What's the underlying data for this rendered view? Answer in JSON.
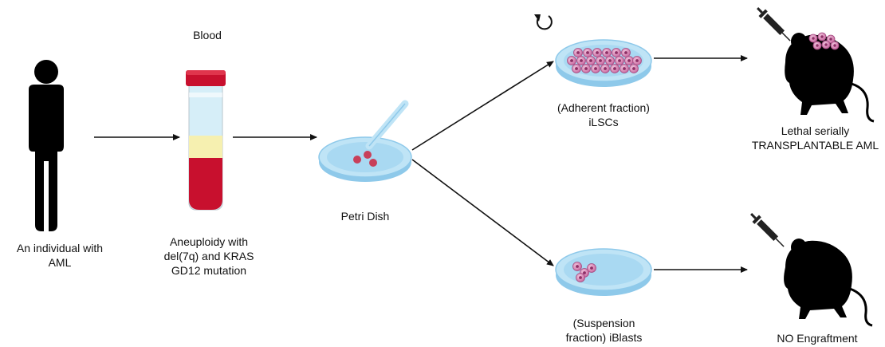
{
  "labels": {
    "blood": "Blood",
    "individual": [
      "An individual with",
      "AML"
    ],
    "tube": [
      "Aneuploidy with",
      "del(7q) and KRAS",
      "GD12 mutation"
    ],
    "petri": "Petri Dish",
    "adherent": [
      "(Adherent fraction)",
      "iLSCs"
    ],
    "lethal": [
      "Lethal serially",
      "TRANSPLANTABLE AML"
    ],
    "suspension": [
      "(Suspension",
      "fraction) iBlasts"
    ],
    "no_engraftment": "NO Engraftment"
  },
  "icons": [
    "person-icon",
    "blood-tube-icon",
    "petri-dish-icon",
    "cell-culture-dish-icon",
    "refresh-icon",
    "syringe-icon",
    "mouse-icon"
  ],
  "colors": {
    "ink": "#111111",
    "tube_cap": "#c8102e",
    "blood": "#c8102e",
    "plasma": "#f6f0b0",
    "tube_top": "#d6eef8",
    "dish": "#a9d9f2",
    "cell": "#d98bbd"
  }
}
